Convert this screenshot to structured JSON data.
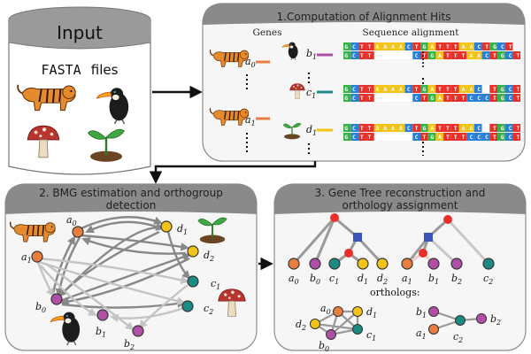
{
  "input": {
    "title": "Input",
    "subtitle_mono": "FASTA",
    "subtitle_rest": "files"
  },
  "panel1": {
    "title": "1.Computation of Alignment Hits",
    "genes_header": "Genes",
    "alignment_header": "Sequence alignment",
    "seq_a": "GCTTAAAACTGATTTAACTGCT",
    "seq_b": "GCTT-----CTGATTTAACTGCT",
    "seq_c1": "GCTTAAAACTGATTTAAC-TGCT",
    "seq_c2": "GCTT-----CTGATTTCCCTGCT",
    "seq_d1": "GCTTAAAACTGATTTAAC-TGCT",
    "seq_d2": "GCTT-----CTGATTTCCCTGCT"
  },
  "panel2": {
    "title_line1": "2. BMG estimation and orthogroup",
    "title_line2": "detection"
  },
  "panel3": {
    "title_line1": "3. Gene Tree reconstruction and",
    "title_line2": "orthology assignment",
    "orthologs_label": "orthologs:"
  },
  "labels": {
    "a": "a",
    "b": "b",
    "c": "c",
    "d": "d",
    "i0": "0",
    "i1": "1",
    "i2": "2"
  },
  "colors": {
    "a": "#e87d3e",
    "b": "#b04fa6",
    "c": "#1a8a82",
    "d": "#f2c417",
    "internal_red": "#e8302a",
    "internal_blue": "#3a54b8",
    "nuc_A": "#f2c417",
    "nuc_C": "#2a7fd6",
    "nuc_G": "#37b34a",
    "nuc_T": "#e8302a"
  },
  "icons": [
    "tiger-icon",
    "toucan-icon",
    "mushroom-icon",
    "seedling-icon",
    "database-cylinder-icon"
  ]
}
